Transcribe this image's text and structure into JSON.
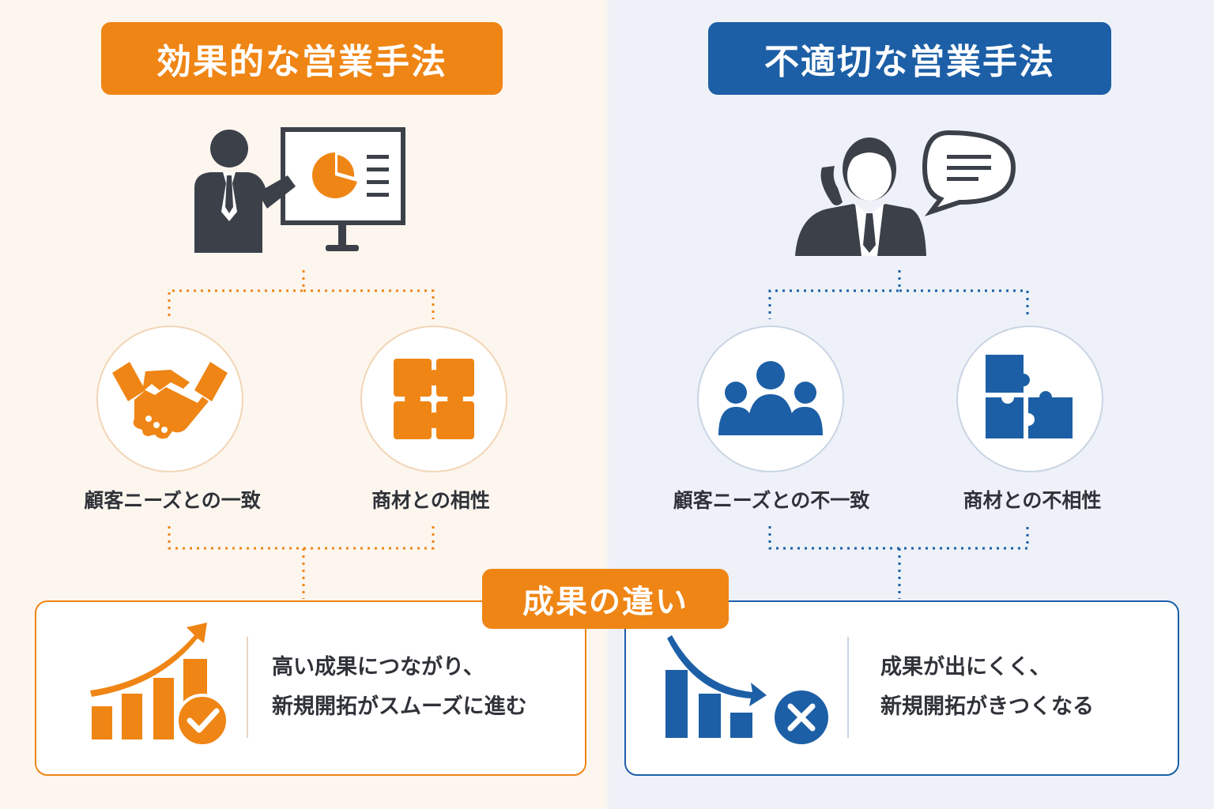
{
  "colors": {
    "orange": "#ef8514",
    "blue": "#1c5fa6",
    "dark_icon": "#3c4149"
  },
  "left": {
    "title": "効果的な営業手法",
    "icon": "presenter-at-screen-icon",
    "items": [
      {
        "label": "顧客ニーズとの一致",
        "icon": "handshake-icon"
      },
      {
        "label": "商材との相性",
        "icon": "puzzle-complete-icon"
      }
    ],
    "result": {
      "icon": "growth-chart-check-icon",
      "line1": "高い成果につながり、",
      "line2": "新規開拓がスムーズに進む"
    }
  },
  "right": {
    "title": "不適切な営業手法",
    "icon": "phone-salesperson-speech-icon",
    "items": [
      {
        "label": "顧客ニーズとの不一致",
        "icon": "group-people-icon"
      },
      {
        "label": "商材との不相性",
        "icon": "puzzle-mismatch-icon"
      }
    ],
    "result": {
      "icon": "declining-chart-x-icon",
      "line1": "成果が出にくく、",
      "line2": "新規開拓がきつくなる"
    }
  },
  "center": {
    "label": "成果の違い"
  }
}
